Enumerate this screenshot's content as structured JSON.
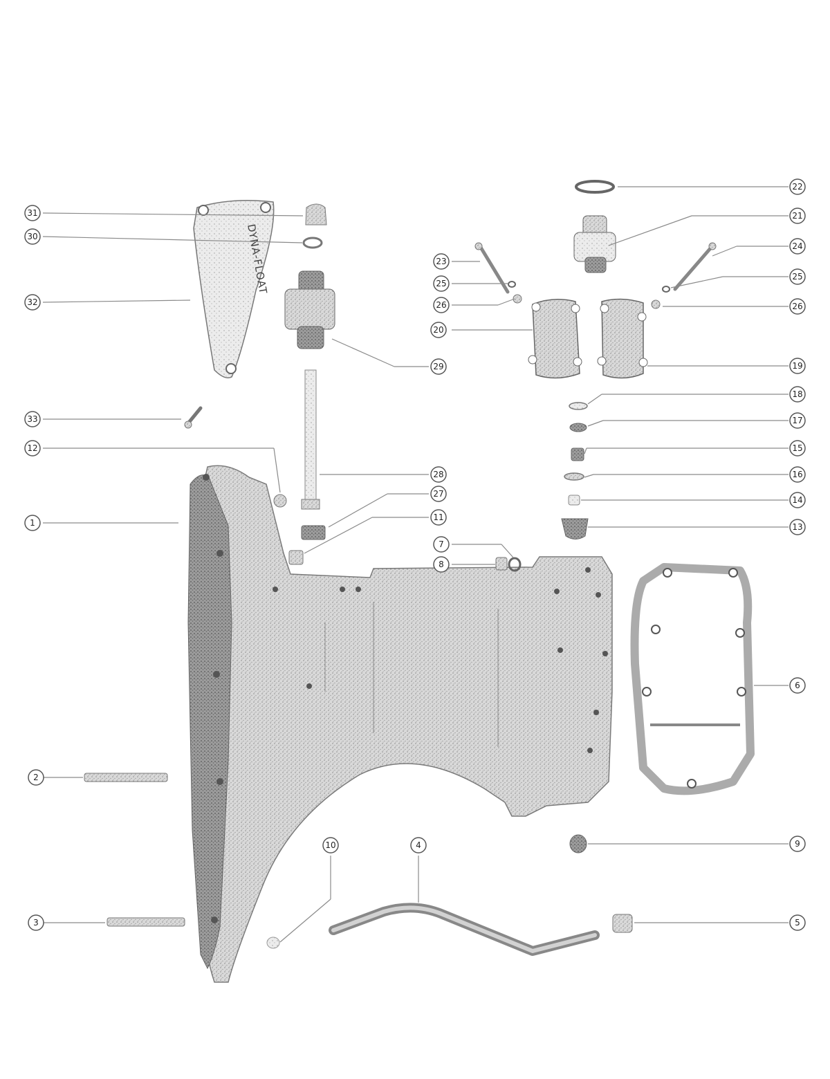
{
  "diagram": {
    "logo_text": "DYNA-FLOAT",
    "callouts": [
      {
        "id": "c1",
        "label": "1"
      },
      {
        "id": "c2",
        "label": "2"
      },
      {
        "id": "c3",
        "label": "3"
      },
      {
        "id": "c4",
        "label": "4"
      },
      {
        "id": "c5",
        "label": "5"
      },
      {
        "id": "c6",
        "label": "6"
      },
      {
        "id": "c7",
        "label": "7"
      },
      {
        "id": "c8",
        "label": "8"
      },
      {
        "id": "c9",
        "label": "9"
      },
      {
        "id": "c10",
        "label": "10"
      },
      {
        "id": "c11",
        "label": "11"
      },
      {
        "id": "c12",
        "label": "12"
      },
      {
        "id": "c13",
        "label": "13"
      },
      {
        "id": "c14",
        "label": "14"
      },
      {
        "id": "c15",
        "label": "15"
      },
      {
        "id": "c16",
        "label": "16"
      },
      {
        "id": "c17",
        "label": "17"
      },
      {
        "id": "c18",
        "label": "18"
      },
      {
        "id": "c19",
        "label": "19"
      },
      {
        "id": "c20",
        "label": "20"
      },
      {
        "id": "c21",
        "label": "21"
      },
      {
        "id": "c22",
        "label": "22"
      },
      {
        "id": "c23",
        "label": "23"
      },
      {
        "id": "c24",
        "label": "24"
      },
      {
        "id": "c25a",
        "label": "25"
      },
      {
        "id": "c25b",
        "label": "25"
      },
      {
        "id": "c26a",
        "label": "26"
      },
      {
        "id": "c26b",
        "label": "26"
      },
      {
        "id": "c27",
        "label": "27"
      },
      {
        "id": "c28",
        "label": "28"
      },
      {
        "id": "c29",
        "label": "29"
      },
      {
        "id": "c30",
        "label": "30"
      },
      {
        "id": "c31",
        "label": "31"
      },
      {
        "id": "c32",
        "label": "32"
      },
      {
        "id": "c33",
        "label": "33"
      }
    ]
  }
}
